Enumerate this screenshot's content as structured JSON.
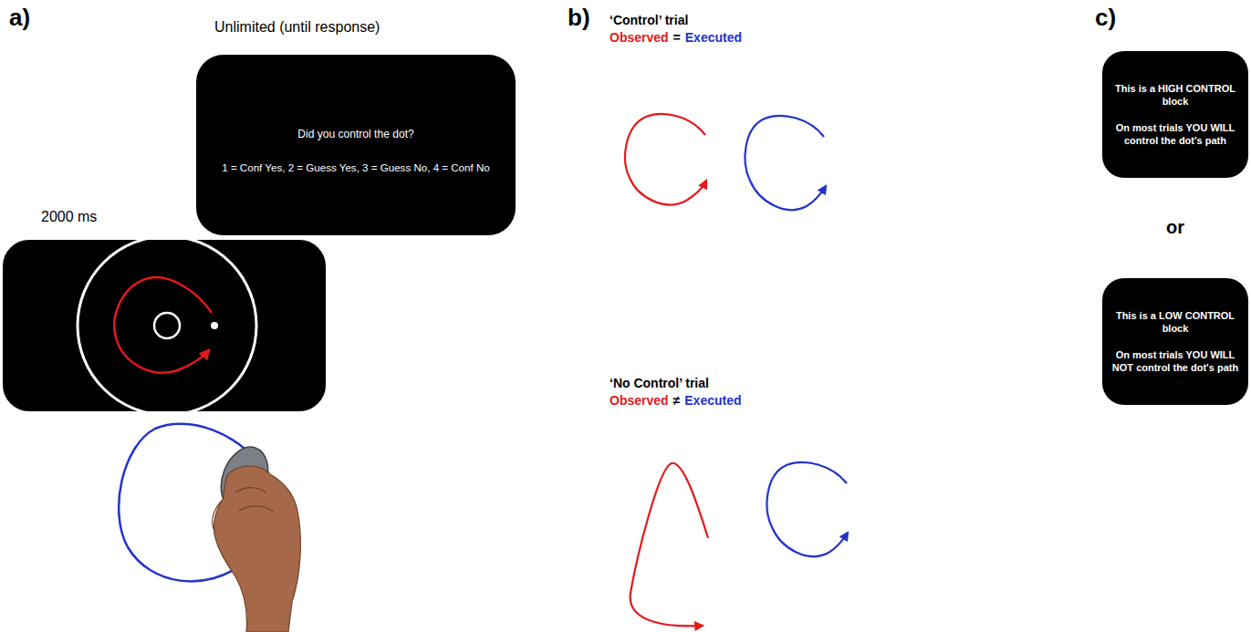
{
  "diagram": {
    "nodes": [
      {
        "text": [
          "2000 ms"
        ]
      },
      {
        "text": [
          "Unlimited (until response)",
          "Did you control the dot?",
          "1 = Conf Yes, 2 = Guess Yes, 3 = Guess No, 4 = Conf No"
        ]
      },
      {
        "text": [
          "This is a HIGH CONTROL block",
          "On most trials YOU WILL control the dot's path"
        ]
      },
      {
        "text": [
          "This is a LOW CONTROL block",
          "On most trials YOU WILL NOT control the dot's path"
        ]
      }
    ],
    "labels": [
      "a)",
      "b)",
      "c)",
      "‘Control’ trial",
      "Observed",
      "=",
      "Executed",
      "‘No Control’ trial",
      "Observed",
      "≠",
      "Executed",
      "or"
    ]
  }
}
